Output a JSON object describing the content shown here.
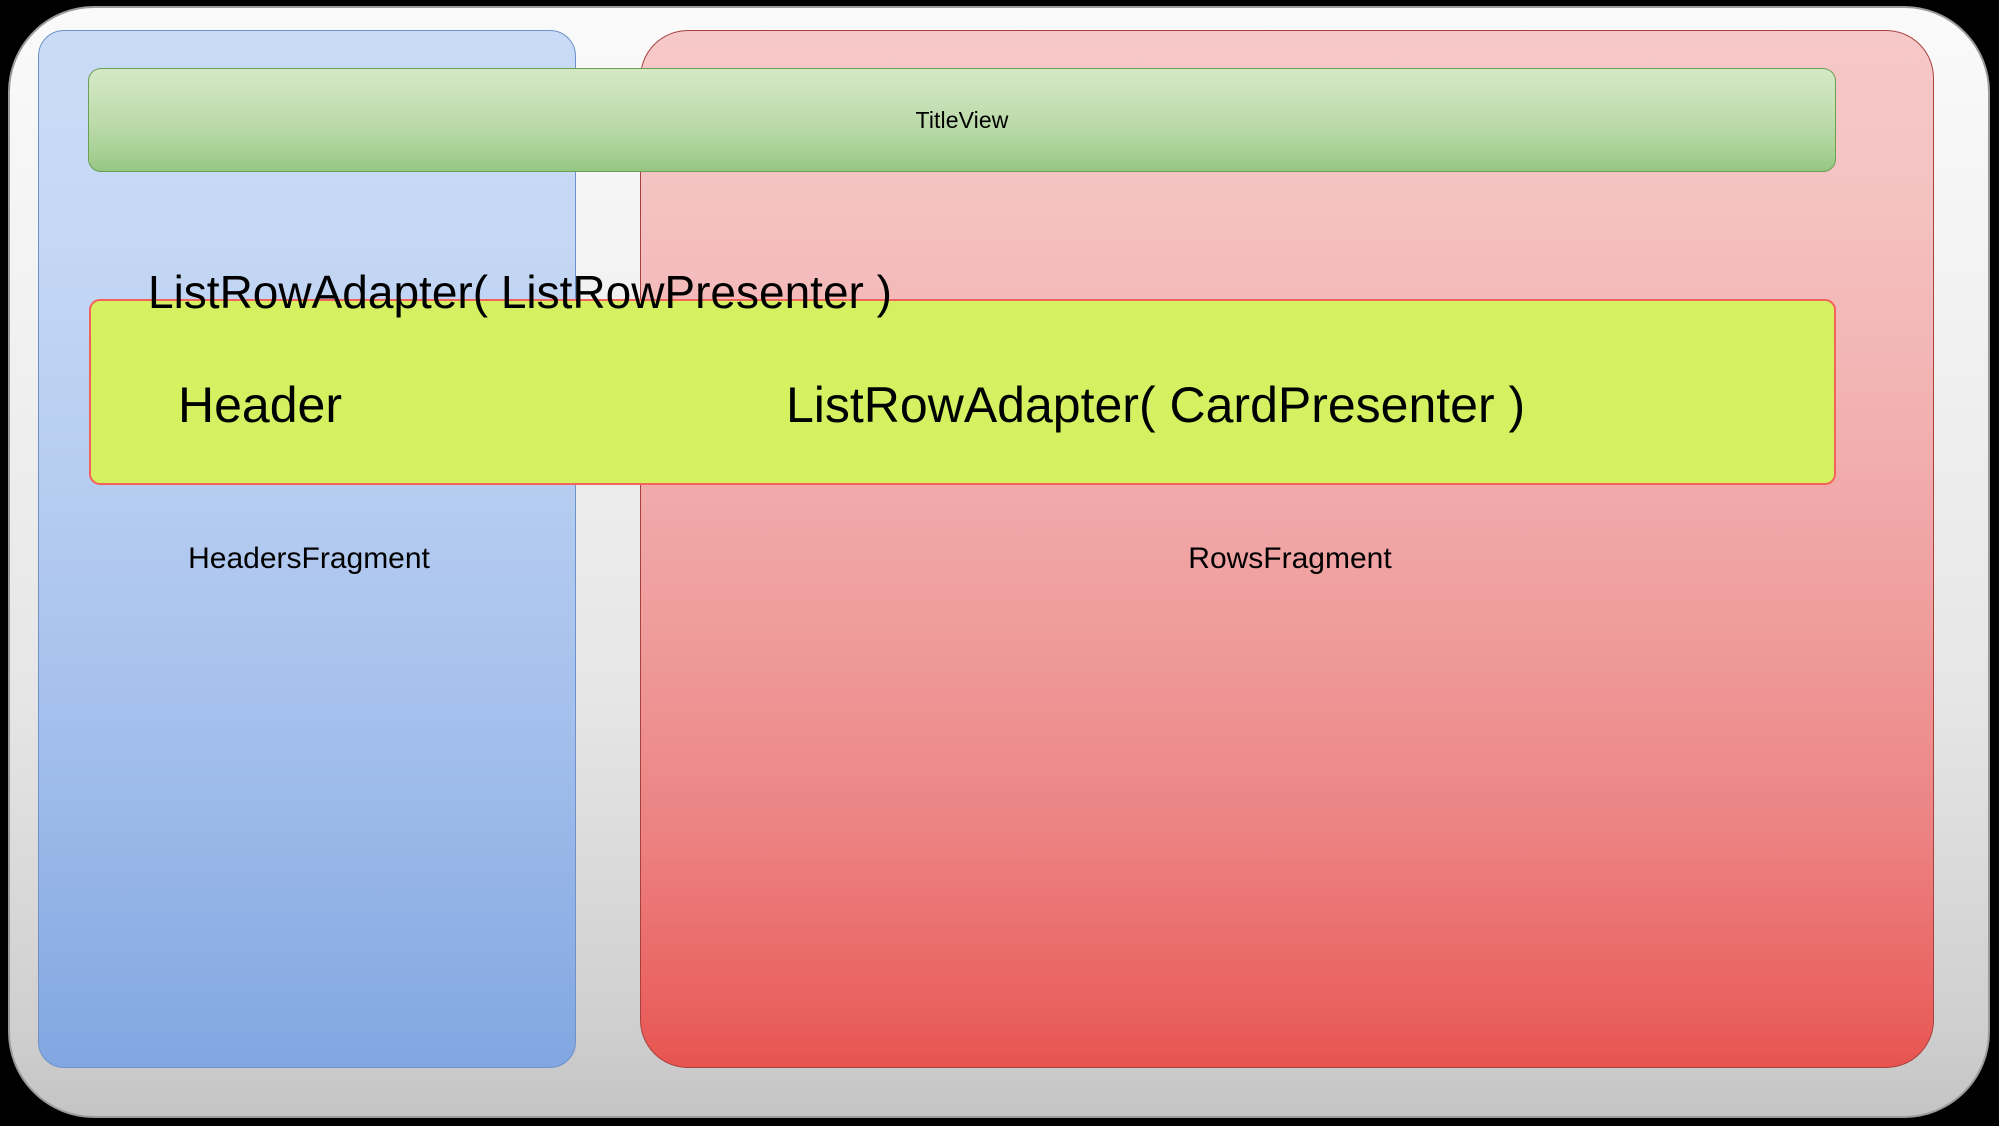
{
  "diagram": {
    "title": "Android TV Leanback BrowseFragment layout structure",
    "shell": {
      "name": "outer-container",
      "fill_top": "#fafafa",
      "fill_bottom": "#c4c4c4",
      "border": "#9b9b9b"
    },
    "panels": [
      {
        "id": "headers-fragment",
        "label": "HeadersFragment",
        "color_top": "#c9dbf6",
        "color_bottom": "#82a6e1",
        "border": "#6e91c9"
      },
      {
        "id": "rows-fragment",
        "label": "RowsFragment",
        "color_top": "#f7c8c8",
        "color_bottom": "#e75450",
        "border": "#a8413e"
      }
    ],
    "title_view": {
      "label": "TitleView",
      "color_top": "#d4e8c6",
      "color_bottom": "#96c684",
      "border": "#6aa052"
    },
    "row_box": {
      "label": "ListRowAdapter( ListRowPresenter )",
      "fill": "#d5f060",
      "border": "#f4625c",
      "cells": [
        {
          "id": "header-cell",
          "label": "Header"
        },
        {
          "id": "card-presenter-cell",
          "label": "ListRowAdapter( CardPresenter )"
        }
      ]
    }
  }
}
